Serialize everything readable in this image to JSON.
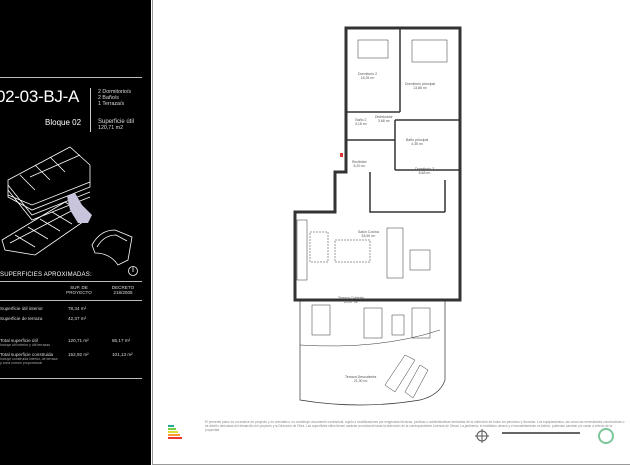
{
  "unit": {
    "code": "02-03-BJ-A",
    "block": "Bloque 02",
    "features": [
      "2 Dormitorio/s",
      "2 Baño/s",
      "1 Terraza/s"
    ],
    "surface_label": "Superficie útil",
    "surface_value": "120,71  m2"
  },
  "surfaces": {
    "title": "SUPERFICIES APROXIMADAS:",
    "col1": "SUP. DE PROYECTO",
    "col2": "DECRETO 218/2005",
    "rows": [
      {
        "label": "Superficie útil interior",
        "sub": "",
        "v1": "78,34  m²",
        "v2": ""
      },
      {
        "label": "Superficie de terraza",
        "sub": "",
        "v1": "42,37  m²",
        "v2": ""
      },
      {
        "label": "Total superficie útil",
        "sub": "Incluye útil interior y útil terrazas",
        "v1": "120,71  m²",
        "v2": "86,17  m²"
      },
      {
        "label": "Total superficie construida",
        "sub": "Incluye construida interior, de terraza y zona común proporcional",
        "v1": "152,92  m²",
        "v2": "101,13  m²"
      }
    ]
  },
  "rooms": [
    {
      "name": "Dormitorio 2",
      "area": "16,25 m²"
    },
    {
      "name": "Dormitorio principal",
      "area": "13,86 m²"
    },
    {
      "name": "Baño 2",
      "area": "3,18 m²"
    },
    {
      "name": "Distribuidor",
      "area": "3,68 m²"
    },
    {
      "name": "Baño principal",
      "area": "4,35 m²"
    },
    {
      "name": "Recibidor",
      "area": "5,20 m²"
    },
    {
      "name": "Dormitorio 3",
      "area": "8,68 m²"
    },
    {
      "name": "Salón Cocina",
      "area": "33,90 m²"
    },
    {
      "name": "Terraza Cubierta",
      "area": "21,07 m²"
    },
    {
      "name": "Terraza Descubierta",
      "area": "21,30 m²"
    }
  ],
  "disclaimer": "El presente plano es un avance de proyecto y es orientativo, no constituye documento contractual, sujeto a modificaciones por exigencias técnicas, jurídicas o administrativas derivadas de la obtención de todos los permisos y licencias. Los equipamientos, así como las necesidades constructivas o de diseño derivadas del desarrollo del proyecto y la Dirección de Obra. Las superficies útiles tienen carácter provisional hasta la obtención de la correspondiente Licencia de Obras. La jardinería, el mobiliario urbano y el amueblamiento es ficticio, pudiendo cambiar y/o variar a criterio de la propiedad.",
  "colors": {
    "panel": "#000000",
    "highlight": "#c8c4dc",
    "logo_green": "#7cc79a"
  },
  "icons": [
    "building-axonometric",
    "site-plan",
    "north-compass",
    "scale-bar",
    "energy-label",
    "breeam-logo"
  ]
}
